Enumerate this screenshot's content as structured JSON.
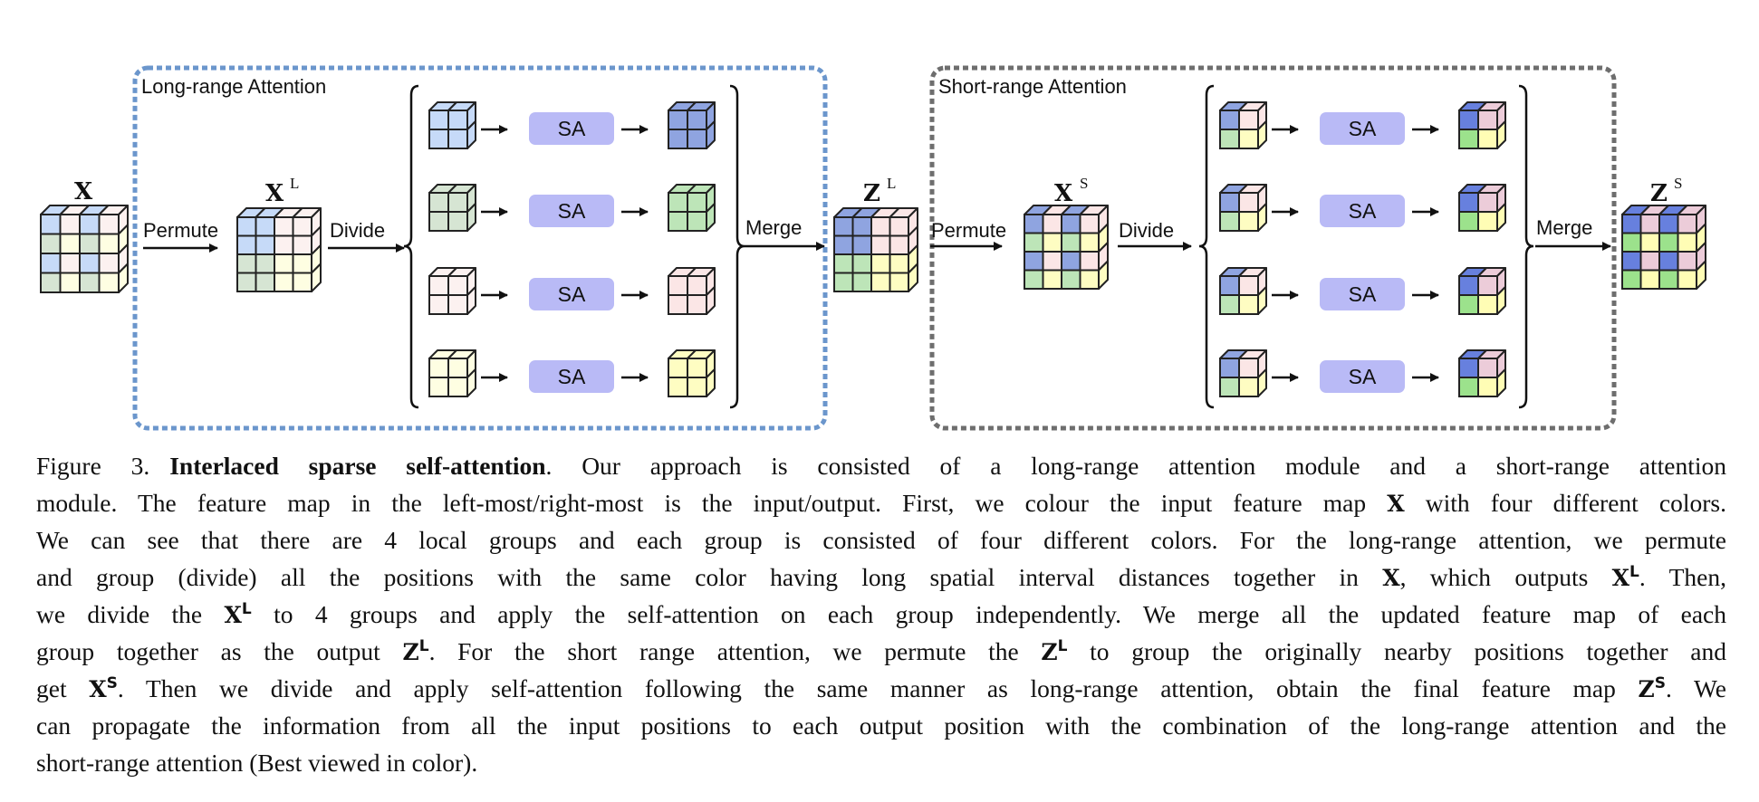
{
  "colors": {
    "long_range_border": "#6b96cc",
    "short_range_border": "#6e6e6e",
    "sa_box": "#b9baf6",
    "input_blue": "#c6daf8",
    "input_green": "#d6e5d3",
    "input_pink": "#fcf1f0",
    "input_yellow": "#fefee2",
    "mid_blue": "#8fa4e0",
    "mid_green": "#bde5b8",
    "mid_pink": "#fbe6e6",
    "mid_yellow": "#fefdc2",
    "out_blue": "#6780de",
    "out_green": "#9ce28c",
    "out_pink": "#ecccd9",
    "out_yellow": "#fffdb5",
    "stroke": "#222222"
  },
  "long_range": {
    "title": "Long-range Attention",
    "permute_label": "Permute",
    "divide_label": "Divide",
    "merge_label": "Merge",
    "input_symbol": "X",
    "permuted_symbol": "X",
    "permuted_sup": "L",
    "output_symbol": "Z",
    "output_sup": "L",
    "sa_label": "SA",
    "input_grid": [
      [
        "B",
        "P",
        "B",
        "P"
      ],
      [
        "G",
        "Y",
        "G",
        "Y"
      ],
      [
        "B",
        "P",
        "B",
        "P"
      ],
      [
        "G",
        "Y",
        "G",
        "Y"
      ]
    ],
    "permuted_grid": [
      [
        "B",
        "B",
        "P",
        "P"
      ],
      [
        "B",
        "B",
        "P",
        "P"
      ],
      [
        "G",
        "G",
        "Y",
        "Y"
      ],
      [
        "G",
        "G",
        "Y",
        "Y"
      ]
    ],
    "output_grid": [
      [
        "B2",
        "B2",
        "P2",
        "P2"
      ],
      [
        "B2",
        "B2",
        "P2",
        "P2"
      ],
      [
        "G2",
        "G2",
        "Y2",
        "Y2"
      ],
      [
        "G2",
        "G2",
        "Y2",
        "Y2"
      ]
    ],
    "groups_in": [
      [
        [
          "B",
          "B"
        ],
        [
          "B",
          "B"
        ]
      ],
      [
        [
          "G",
          "G"
        ],
        [
          "G",
          "G"
        ]
      ],
      [
        [
          "P",
          "P"
        ],
        [
          "P",
          "P"
        ]
      ],
      [
        [
          "Y",
          "Y"
        ],
        [
          "Y",
          "Y"
        ]
      ]
    ],
    "groups_out": [
      [
        [
          "B2",
          "B2"
        ],
        [
          "B2",
          "B2"
        ]
      ],
      [
        [
          "G2",
          "G2"
        ],
        [
          "G2",
          "G2"
        ]
      ],
      [
        [
          "P2",
          "P2"
        ],
        [
          "P2",
          "P2"
        ]
      ],
      [
        [
          "Y2",
          "Y2"
        ],
        [
          "Y2",
          "Y2"
        ]
      ]
    ]
  },
  "short_range": {
    "title": "Short-range Attention",
    "permute_label": "Permute",
    "divide_label": "Divide",
    "merge_label": "Merge",
    "permuted_symbol": "X",
    "permuted_sup": "S",
    "output_symbol": "Z",
    "output_sup": "S",
    "sa_label": "SA",
    "permuted_grid": [
      [
        "B2",
        "P2",
        "B2",
        "P2"
      ],
      [
        "G2",
        "Y2",
        "G2",
        "Y2"
      ],
      [
        "B2",
        "P2",
        "B2",
        "P2"
      ],
      [
        "G2",
        "Y2",
        "G2",
        "Y2"
      ]
    ],
    "output_grid": [
      [
        "B3",
        "P3",
        "B3",
        "P3"
      ],
      [
        "G3",
        "Y3",
        "G3",
        "Y3"
      ],
      [
        "B3",
        "P3",
        "B3",
        "P3"
      ],
      [
        "G3",
        "Y3",
        "G3",
        "Y3"
      ]
    ],
    "groups_in": [
      [
        [
          "B2",
          "P2"
        ],
        [
          "G2",
          "Y2"
        ]
      ],
      [
        [
          "B2",
          "P2"
        ],
        [
          "G2",
          "Y2"
        ]
      ],
      [
        [
          "B2",
          "P2"
        ],
        [
          "G2",
          "Y2"
        ]
      ],
      [
        [
          "B2",
          "P2"
        ],
        [
          "G2",
          "Y2"
        ]
      ]
    ],
    "groups_out": [
      [
        [
          "B3",
          "P3"
        ],
        [
          "G3",
          "Y3"
        ]
      ],
      [
        [
          "B3",
          "P3"
        ],
        [
          "G3",
          "Y3"
        ]
      ],
      [
        [
          "B3",
          "P3"
        ],
        [
          "G3",
          "Y3"
        ]
      ],
      [
        [
          "B3",
          "P3"
        ],
        [
          "G3",
          "Y3"
        ]
      ]
    ]
  },
  "caption": {
    "figure_label": "Figure 3.",
    "title": "Interlaced sparse self-attention",
    "lines": [
      [
        {
          "t": ". Our approach is consisted of a long-range attention module and a short-range attention"
        }
      ],
      [
        {
          "t": "module. The feature map in the left-most/right-most is the input/output. First, we colour the input feature map "
        },
        {
          "m": "X"
        },
        {
          "t": " with four different colors."
        }
      ],
      [
        {
          "t": "We can see that there are 4 local groups and each group is consisted of four different colors. For the long-range attention, we permute"
        }
      ],
      [
        {
          "t": "and group (divide) all the positions with the same color having long spatial interval distances together in "
        },
        {
          "m": "X"
        },
        {
          "t": ", which outputs "
        },
        {
          "m": "X",
          "s": "L"
        },
        {
          "t": ". Then,"
        }
      ],
      [
        {
          "t": "we divide the "
        },
        {
          "m": "X",
          "s": "L"
        },
        {
          "t": " to 4 groups and apply the self-attention on each group independently. We merge all the updated feature map of each"
        }
      ],
      [
        {
          "t": "group together as the output "
        },
        {
          "m": "Z",
          "s": "L"
        },
        {
          "t": ". For the short range attention, we permute the "
        },
        {
          "m": "Z",
          "s": "L"
        },
        {
          "t": " to group the originally nearby positions together and"
        }
      ],
      [
        {
          "t": "get "
        },
        {
          "m": "X",
          "s": "S"
        },
        {
          "t": ". Then we divide and apply self-attention following the same manner as long-range attention, obtain the final feature map "
        },
        {
          "m": "Z",
          "s": "S"
        },
        {
          "t": ". We"
        }
      ],
      [
        {
          "t": "can propagate the information from all the input positions to each output position with the combination of the long-range attention and the"
        }
      ],
      [
        {
          "t": "short-range attention (Best viewed in color)."
        }
      ]
    ]
  }
}
